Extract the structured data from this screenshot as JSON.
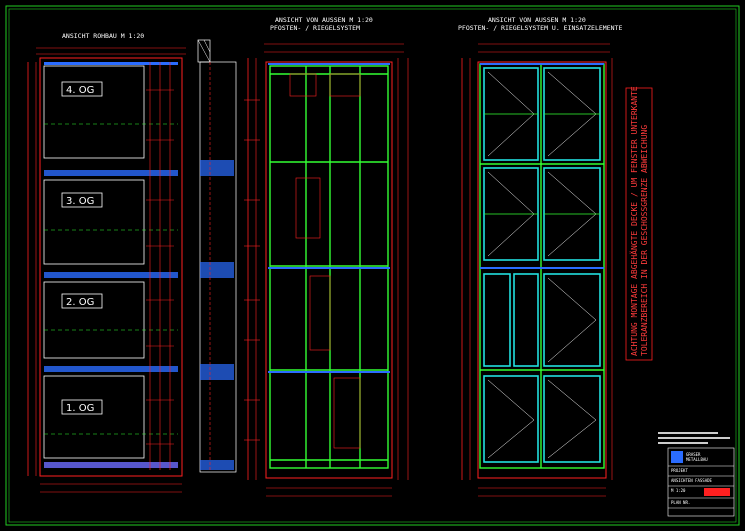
{
  "drawing": {
    "views": [
      {
        "title": "ANSICHT ROHBAU M 1:20"
      },
      {
        "title": "ANSICHT VON AUSSEN M 1:20",
        "subtitle": "PFOSTEN- / RIEGELSYSTEM"
      },
      {
        "title": "ANSICHT VON AUSSEN M 1:20",
        "subtitle": "PFOSTEN- / RIEGELSYSTEM U. EINSATZELEMENTE"
      }
    ],
    "floors": [
      "4. OG",
      "3. OG",
      "2. OG",
      "1. OG"
    ],
    "side_note": {
      "line1": "ACHTUNG MONTAGE ABGEHÄNGTE DECKE / UM FENSTER UNTERKANTE",
      "line2": "TOLERANZBEREICH IN DER GESCHOSSGRENZE ABWEICHUNG"
    },
    "title_block": {
      "company_line1": "GRASER",
      "company_line2": "METALLBAU",
      "rows": [
        "PROJEKT",
        "ANSICHTEN FASSADE",
        "M 1:20",
        "PLAN NR."
      ]
    },
    "colors": {
      "background": "#000000",
      "dimension": "#ff2020",
      "profile": "#33ff33",
      "infill": "#22e0e0",
      "text": "#ffffff",
      "accent_blue": "#2a6cff",
      "border": "#22cc22"
    }
  }
}
